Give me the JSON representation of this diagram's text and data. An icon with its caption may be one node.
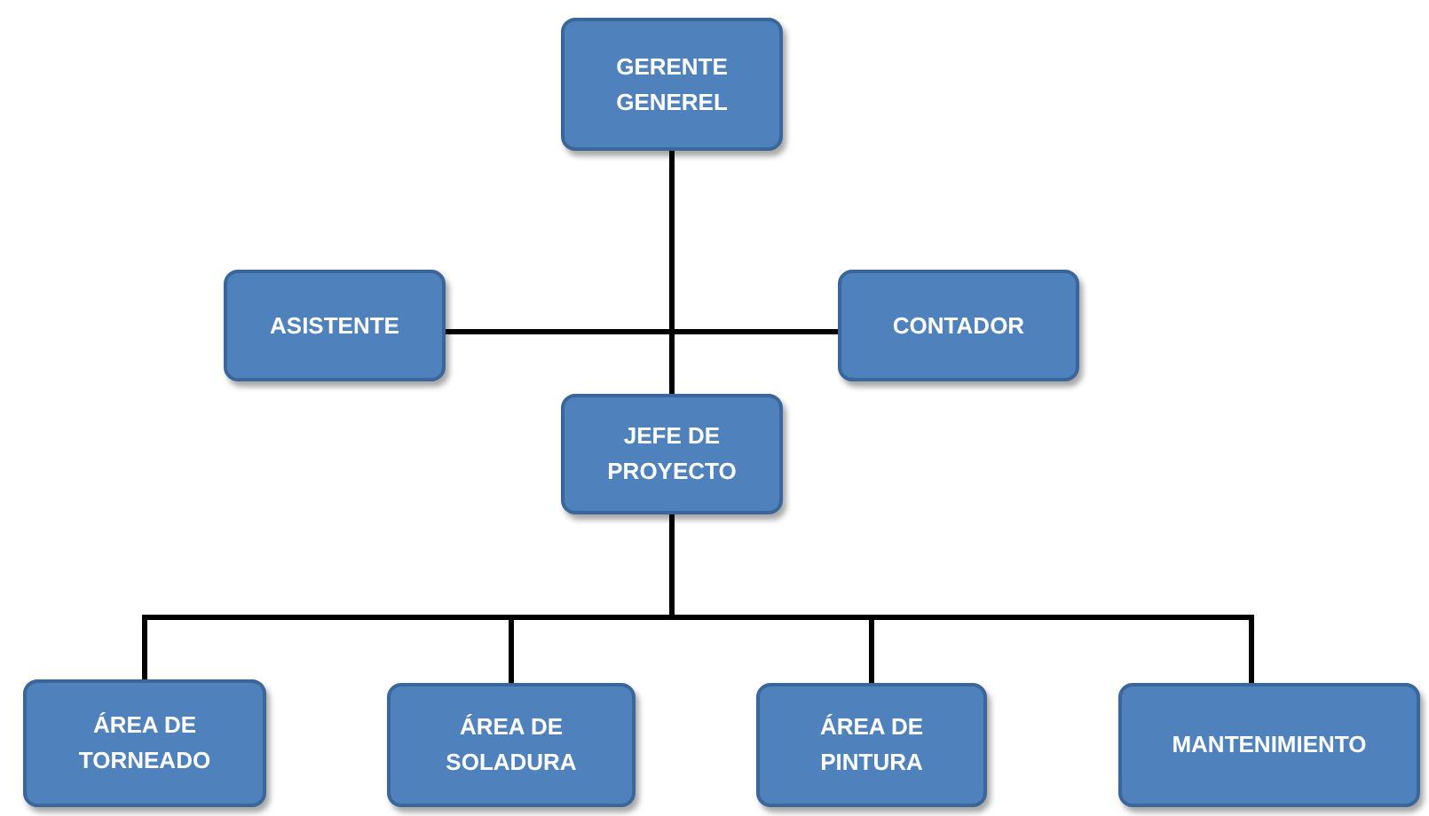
{
  "diagram": {
    "nodes": [
      {
        "text": [
          "GERENTE GENEREL"
        ]
      },
      {
        "text": [
          "ASISTENTE"
        ]
      },
      {
        "text": [
          "CONTADOR"
        ]
      },
      {
        "text": [
          "JEFE DE PROYECTO"
        ]
      },
      {
        "text": [
          "ÁREA DE TORNEADO"
        ]
      },
      {
        "text": [
          "ÁREA DE SOLADURA"
        ]
      },
      {
        "text": [
          "ÁREA DE PINTURA"
        ]
      },
      {
        "text": [
          "MANTENIMIENTO"
        ]
      }
    ],
    "edges": [
      {
        "from": 0,
        "to": 1,
        "arrow": "none"
      },
      {
        "from": 0,
        "to": 2,
        "arrow": "none"
      },
      {
        "from": 0,
        "to": 3,
        "arrow": "none"
      },
      {
        "from": 3,
        "to": 4,
        "arrow": "none"
      },
      {
        "from": 3,
        "to": 5,
        "arrow": "none"
      },
      {
        "from": 3,
        "to": 6,
        "arrow": "none"
      },
      {
        "from": 3,
        "to": 7,
        "arrow": "none"
      }
    ]
  }
}
